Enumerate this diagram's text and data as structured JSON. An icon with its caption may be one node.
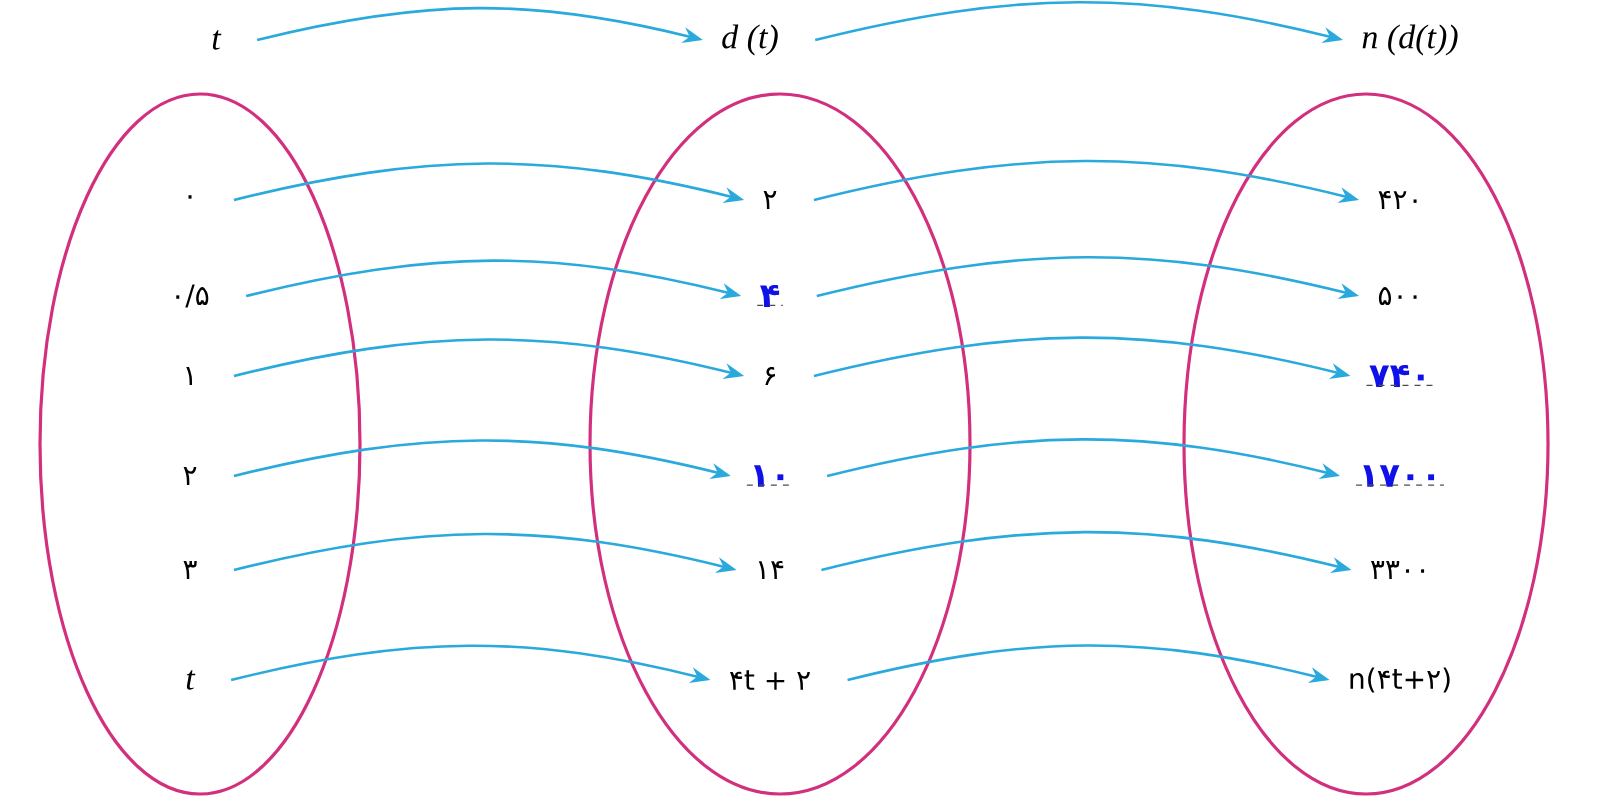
{
  "diagram": {
    "nodes": [
      {
        "text": [
          "t"
        ]
      },
      {
        "text": [
          "d (t)"
        ]
      },
      {
        "text": [
          "n (d(t))"
        ]
      },
      {
        "text": [],
        "shape": "ellipse"
      },
      {
        "text": [],
        "shape": "ellipse"
      },
      {
        "text": [],
        "shape": "ellipse"
      },
      {
        "text": [
          "۰"
        ],
        "in": 3
      },
      {
        "text": [
          "۰/۵"
        ],
        "in": 3
      },
      {
        "text": [
          "۱"
        ],
        "in": 3
      },
      {
        "text": [
          "۲"
        ],
        "in": 3
      },
      {
        "text": [
          "۳"
        ],
        "in": 3
      },
      {
        "text": [
          "t"
        ],
        "in": 3
      },
      {
        "text": [
          "۲"
        ],
        "in": 4
      },
      {
        "text": [
          "۴"
        ],
        "in": 4
      },
      {
        "text": [
          "۶"
        ],
        "in": 4
      },
      {
        "text": [
          "۱۰"
        ],
        "in": 4
      },
      {
        "text": [
          "۱۴"
        ],
        "in": 4
      },
      {
        "text": [
          "۴t + ۲"
        ],
        "in": 4
      },
      {
        "text": [
          "۴۲۰"
        ],
        "in": 5
      },
      {
        "text": [
          "۵۰۰"
        ],
        "in": 5
      },
      {
        "text": [
          "۷۴۰"
        ],
        "in": 5
      },
      {
        "text": [
          "۱۷۰۰"
        ],
        "in": 5
      },
      {
        "text": [
          "۳۳۰۰"
        ],
        "in": 5
      },
      {
        "text": [
          "n(۴t+۲)"
        ],
        "in": 5
      }
    ],
    "edges": [
      {
        "from": 0,
        "to": 1,
        "arrow": "to"
      },
      {
        "from": 1,
        "to": 2,
        "arrow": "to"
      },
      {
        "from": 6,
        "to": 12,
        "arrow": "to"
      },
      {
        "from": 7,
        "to": 13,
        "arrow": "to"
      },
      {
        "from": 8,
        "to": 14,
        "arrow": "to"
      },
      {
        "from": 9,
        "to": 15,
        "arrow": "to"
      },
      {
        "from": 10,
        "to": 16,
        "arrow": "to"
      },
      {
        "from": 11,
        "to": 17,
        "arrow": "to"
      },
      {
        "from": 12,
        "to": 18,
        "arrow": "to"
      },
      {
        "from": 13,
        "to": 19,
        "arrow": "to"
      },
      {
        "from": 14,
        "to": 20,
        "arrow": "to"
      },
      {
        "from": 15,
        "to": 21,
        "arrow": "to"
      },
      {
        "from": 16,
        "to": 22,
        "arrow": "to"
      },
      {
        "from": 17,
        "to": 23,
        "arrow": "to"
      }
    ]
  }
}
